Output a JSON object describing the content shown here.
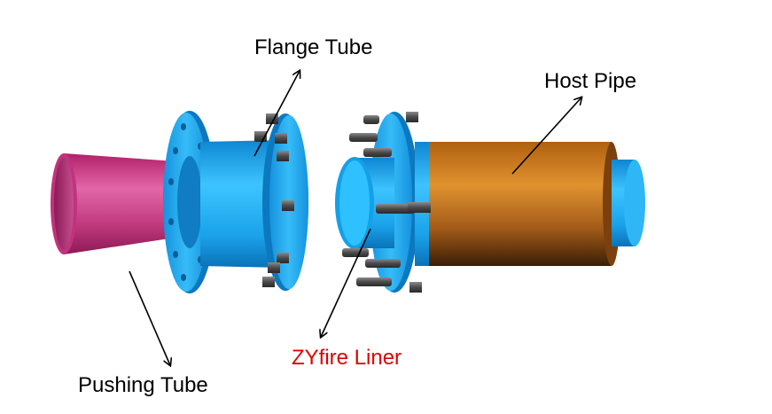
{
  "labels": {
    "flange_tube": "Flange Tube",
    "host_pipe": "Host Pipe",
    "liner": "ZYfire Liner",
    "pushing_tube": "Pushing Tube"
  },
  "colors": {
    "liner_label": "#e00000",
    "flange_blue": "#1fa8ec",
    "pushing_magenta": "#c0307a",
    "host_copper": "#b8661a",
    "bolt_grey": "#505050"
  }
}
